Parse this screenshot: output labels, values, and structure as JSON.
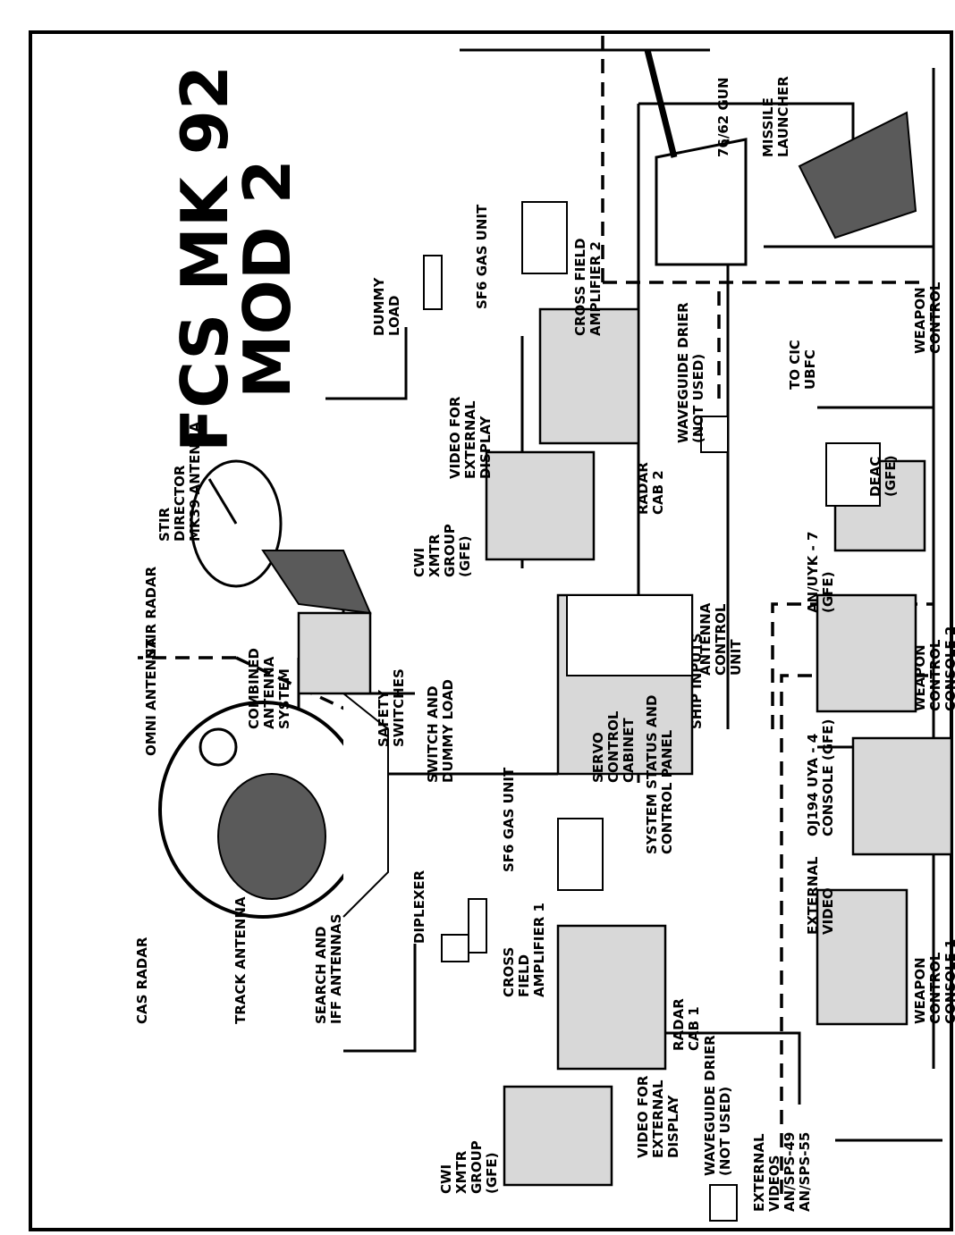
{
  "title": {
    "line1": "FCS MK 92",
    "line2": "MOD 2"
  },
  "labels": {
    "stir_radar": "STIR RADAR",
    "stir_director": "STIR",
    "stir_director2": "DIRECTOR",
    "stir_director3": "MK39 ANTENNA",
    "omni_antenna": "OMNI ANTENNA",
    "cas_radar": "CAS RADAR",
    "track_antenna": "TRACK ANTENNA",
    "search_iff_1": "SEARCH AND",
    "search_iff_2": "IFF ANTENNAS",
    "combined_antenna_1": "COMBINED",
    "combined_antenna_2": "ANTENNA",
    "combined_antenna_3": "SYSTEM",
    "safety_switches_1": "SAFETY",
    "safety_switches_2": "SWITCHES",
    "dummy_load_1": "DUMMY",
    "dummy_load_2": "LOAD",
    "switch_dummy_1": "SWITCH AND",
    "switch_dummy_2": "DUMMY LOAD",
    "sf6_unit_top": "SF6 GAS UNIT",
    "sf6_unit_bottom": "SF6 GAS UNIT",
    "cfa2_1": "CROSS FIELD",
    "cfa2_2": "AMPLIFIER 2",
    "video_ext_1": "VIDEO FOR",
    "video_ext_2": "EXTERNAL",
    "video_ext_3": "DISPLAY",
    "radar_cab2_1": "RADAR",
    "radar_cab2_2": "CAB 2",
    "cwi_top_1": "CWI",
    "cwi_top_2": "XMTR",
    "cwi_top_3": "GROUP",
    "cwi_top_4": "(GFE)",
    "acu_1": "ANTENNA",
    "acu_2": "CONTROL",
    "acu_3": "UNIT",
    "servo_1": "SERVO",
    "servo_2": "CONTROL",
    "servo_3": "CABINET",
    "sys_status_1": "SYSTEM STATUS AND",
    "sys_status_2": "CONTROL PANEL",
    "ship_inputs": "SHIP INPUTS",
    "diplexer": "DIPLEXER",
    "cfa1_1": "CROSS",
    "cfa1_2": "FIELD",
    "cfa1_3": "AMPLIFIER 1",
    "radar_cab1_1": "RADAR",
    "radar_cab1_2": "CAB 1",
    "cwi_bot_1": "CWI",
    "cwi_bot_2": "XMTR",
    "cwi_bot_3": "GROUP",
    "cwi_bot_4": "(GFE)",
    "video_ext_b1": "VIDEO FOR",
    "video_ext_b2": "EXTERNAL",
    "video_ext_b3": "DISPLAY",
    "wg_drier_bot_1": "WAVEGUIDE DRIER",
    "wg_drier_bot_2": "(NOT USED)",
    "wg_drier_top_1": "WAVEGUIDE DRIER",
    "wg_drier_top_2": "(NOT USED)",
    "ext_videos_1": "EXTERNAL",
    "ext_videos_2": "VIDEOS",
    "ext_videos_3": "AN/SPS-49",
    "ext_videos_4": "AN/SPS-55",
    "gun": "76/62 GUN",
    "missile_1": "MISSILE",
    "missile_2": "LAUNCHER",
    "weapon_control_1": "WEAPON",
    "weapon_control_2": "CONTROL",
    "to_cic_1": "TO CIC",
    "to_cic_2": "UBFC",
    "deac_1": "DEAC",
    "deac_2": "(GFE)",
    "anuyk_1": "AN/UYK - 7",
    "anuyk_2": "(GFE)",
    "wcc2_1": "WEAPON",
    "wcc2_2": "CONTROL",
    "wcc2_3": "CONSOLE 2",
    "oj194_1": "OJ194 UYA - 4",
    "oj194_2": "CONSOLE (GFE)",
    "ext_video_1": "EXTERNAL",
    "ext_video_2": "VIDEO",
    "wcc1_1": "WEAPON",
    "wcc1_2": "CONTROL",
    "wcc1_3": "CONSOLE 1"
  }
}
